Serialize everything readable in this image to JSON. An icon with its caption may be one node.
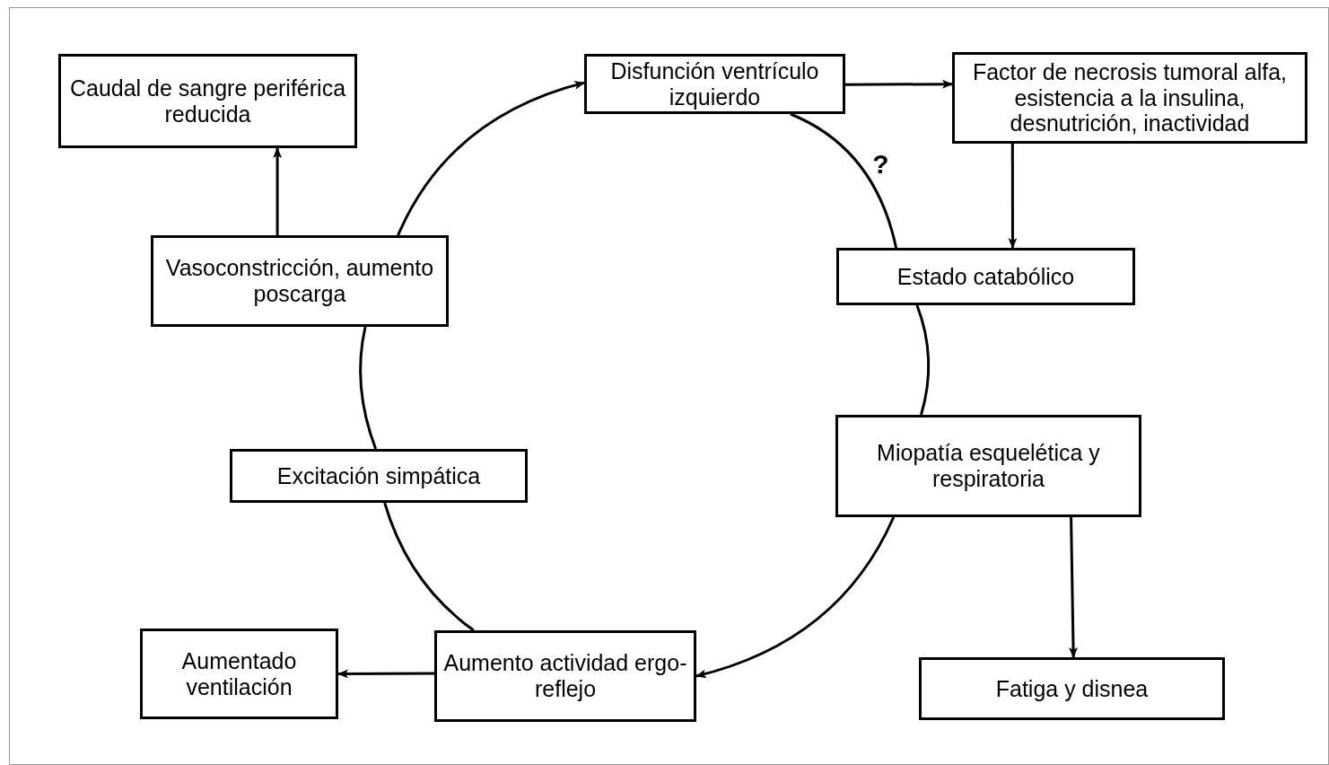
{
  "diagram": {
    "nodes": [
      {
        "text": [
          "Caudal de sangre periférica reducida"
        ]
      },
      {
        "text": [
          "Disfunción ventrículo izquierdo"
        ]
      },
      {
        "text": [
          "Factor de necrosis tumoral alfa, esistencia a la insulina, desnutrición, inactividad"
        ]
      },
      {
        "text": [
          "Vasoconstricción, aumento poscarga"
        ]
      },
      {
        "text": [
          "Estado catabólico"
        ]
      },
      {
        "text": [
          "Excitación simpática"
        ]
      },
      {
        "text": [
          "Miopatía esquelética y respiratoria"
        ]
      },
      {
        "text": [
          "Aumentado ventilación"
        ]
      },
      {
        "text": [
          "Aumento actividad ergo-reflejo"
        ]
      },
      {
        "text": [
          "Fatiga y disnea"
        ]
      }
    ],
    "edges": [
      {
        "from": 3,
        "to": 0,
        "arrow": "to"
      },
      {
        "from": 3,
        "to": 1,
        "arrow": "to"
      },
      {
        "from": 1,
        "to": 2,
        "arrow": "to"
      },
      {
        "from": 2,
        "to": 4,
        "arrow": "to"
      },
      {
        "from": 1,
        "to": 4,
        "arrow": "none",
        "label": "?"
      },
      {
        "from": 4,
        "to": 6,
        "arrow": "none"
      },
      {
        "from": 6,
        "to": 8,
        "arrow": "to"
      },
      {
        "from": 8,
        "to": 7,
        "arrow": "to"
      },
      {
        "from": 6,
        "to": 9,
        "arrow": "to"
      },
      {
        "from": 8,
        "to": 5,
        "arrow": "none"
      },
      {
        "from": 5,
        "to": 3,
        "arrow": "none"
      }
    ]
  }
}
